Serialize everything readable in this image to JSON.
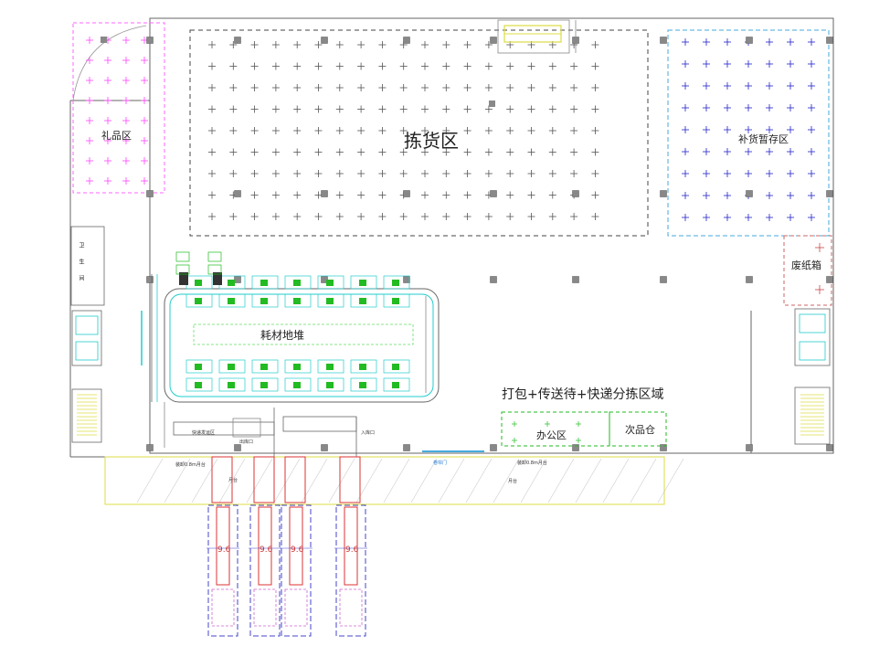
{
  "zones": {
    "picking": "拣货区",
    "gift": "礼品区",
    "replenish": "补货暂存区",
    "waste_box": "废纸箱",
    "consumables": "耗材地堆",
    "packing": "打包+传送待+快递分拣区域",
    "office": "办公区",
    "defective": "次品仓",
    "restroom": "卫生间"
  },
  "tiny_labels": {
    "dock": "月台",
    "dock_tag_left": "装卸0.8m月台",
    "dock_tag_right": "装卸0.8m月台",
    "dock_mid": "卷帘门",
    "truck_size": "9.6",
    "note_a": "快递发运区",
    "note_b": "入库口",
    "note_c": "出库口"
  },
  "colors": {
    "frame": "#555555",
    "pillar": "#888888",
    "gift": "#ff44ff",
    "replenish_border": "#44aadd",
    "replenish_cross": "#2222cc",
    "green": "#22bb22",
    "cyan": "#22cccc",
    "yellow": "#dddd44",
    "red": "#dd3333",
    "truck": "#4444cc",
    "pink": "#cc66cc"
  }
}
